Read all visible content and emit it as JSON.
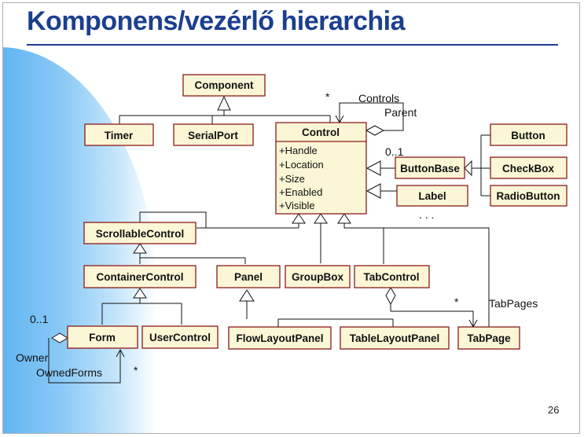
{
  "title": "Komponens/vezérlő hierarchia",
  "page_number": "26",
  "classes": {
    "component": "Component",
    "timer": "Timer",
    "serialport": "SerialPort",
    "control": "Control",
    "buttonbase": "ButtonBase",
    "label": "Label",
    "button": "Button",
    "checkbox": "CheckBox",
    "radiobutton": "RadioButton",
    "scrollablecontrol": "ScrollableControl",
    "containercontrol": "ContainerControl",
    "panel": "Panel",
    "groupbox": "GroupBox",
    "tabcontrol": "TabControl",
    "form": "Form",
    "usercontrol": "UserControl",
    "flowlayoutpanel": "FlowLayoutPanel",
    "tablelayoutpanel": "TableLayoutPanel",
    "tabpage": "TabPage"
  },
  "control_attributes": [
    "+Handle",
    "+Location",
    "+Size",
    "+Enabled",
    "+Visible"
  ],
  "labels": {
    "controls": "Controls",
    "parent": "Parent",
    "controls_mult": "*",
    "buttonbase_mult": "0..1",
    "more": ". . .",
    "tabpages": "TabPages",
    "tabpages_mult": "*",
    "form_mult": "0..1",
    "owner": "Owner",
    "ownedforms": "OwnedForms",
    "ownedforms_mult": "*"
  },
  "colors": {
    "title": "#1b3f8f",
    "class_fill": "#fbf7d6",
    "class_border": "#8a1a1a",
    "accent_blob": "#5fb4f2"
  }
}
